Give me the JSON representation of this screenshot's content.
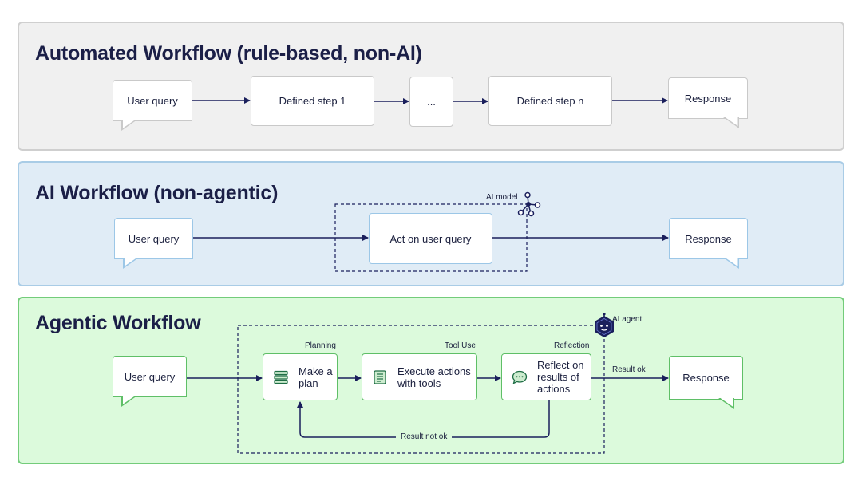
{
  "automated": {
    "title": "Automated Workflow (rule-based, non-AI)",
    "user_query": "User query",
    "step1": "Defined step 1",
    "ellipsis": "...",
    "stepn": "Defined step n",
    "response": "Response"
  },
  "ai": {
    "title": "AI Workflow (non-agentic)",
    "user_query": "User query",
    "act": "Act on user query",
    "model_label": "AI model",
    "response": "Response",
    "icon": "network-node-icon"
  },
  "agentic": {
    "title": "Agentic Workflow",
    "user_query": "User query",
    "agent_label": "AI agent",
    "planning_label": "Planning",
    "plan_text": "Make a plan",
    "tooluse_label": "Tool Use",
    "execute_text": "Execute actions with tools",
    "reflection_label": "Reflection",
    "reflect_text": "Reflect on results of actions",
    "result_ok": "Result ok",
    "result_not_ok": "Result not ok",
    "response": "Response",
    "icons": [
      "layers-icon",
      "document-icon",
      "chat-bubble-icon",
      "robot-hexagon-icon"
    ]
  },
  "colors": {
    "arrow": "#1a1f5c",
    "auto_bg": "#f0f0f0",
    "ai_bg": "#e0ecf6",
    "agentic_bg": "#dcfadc",
    "title": "#1b1f47"
  }
}
